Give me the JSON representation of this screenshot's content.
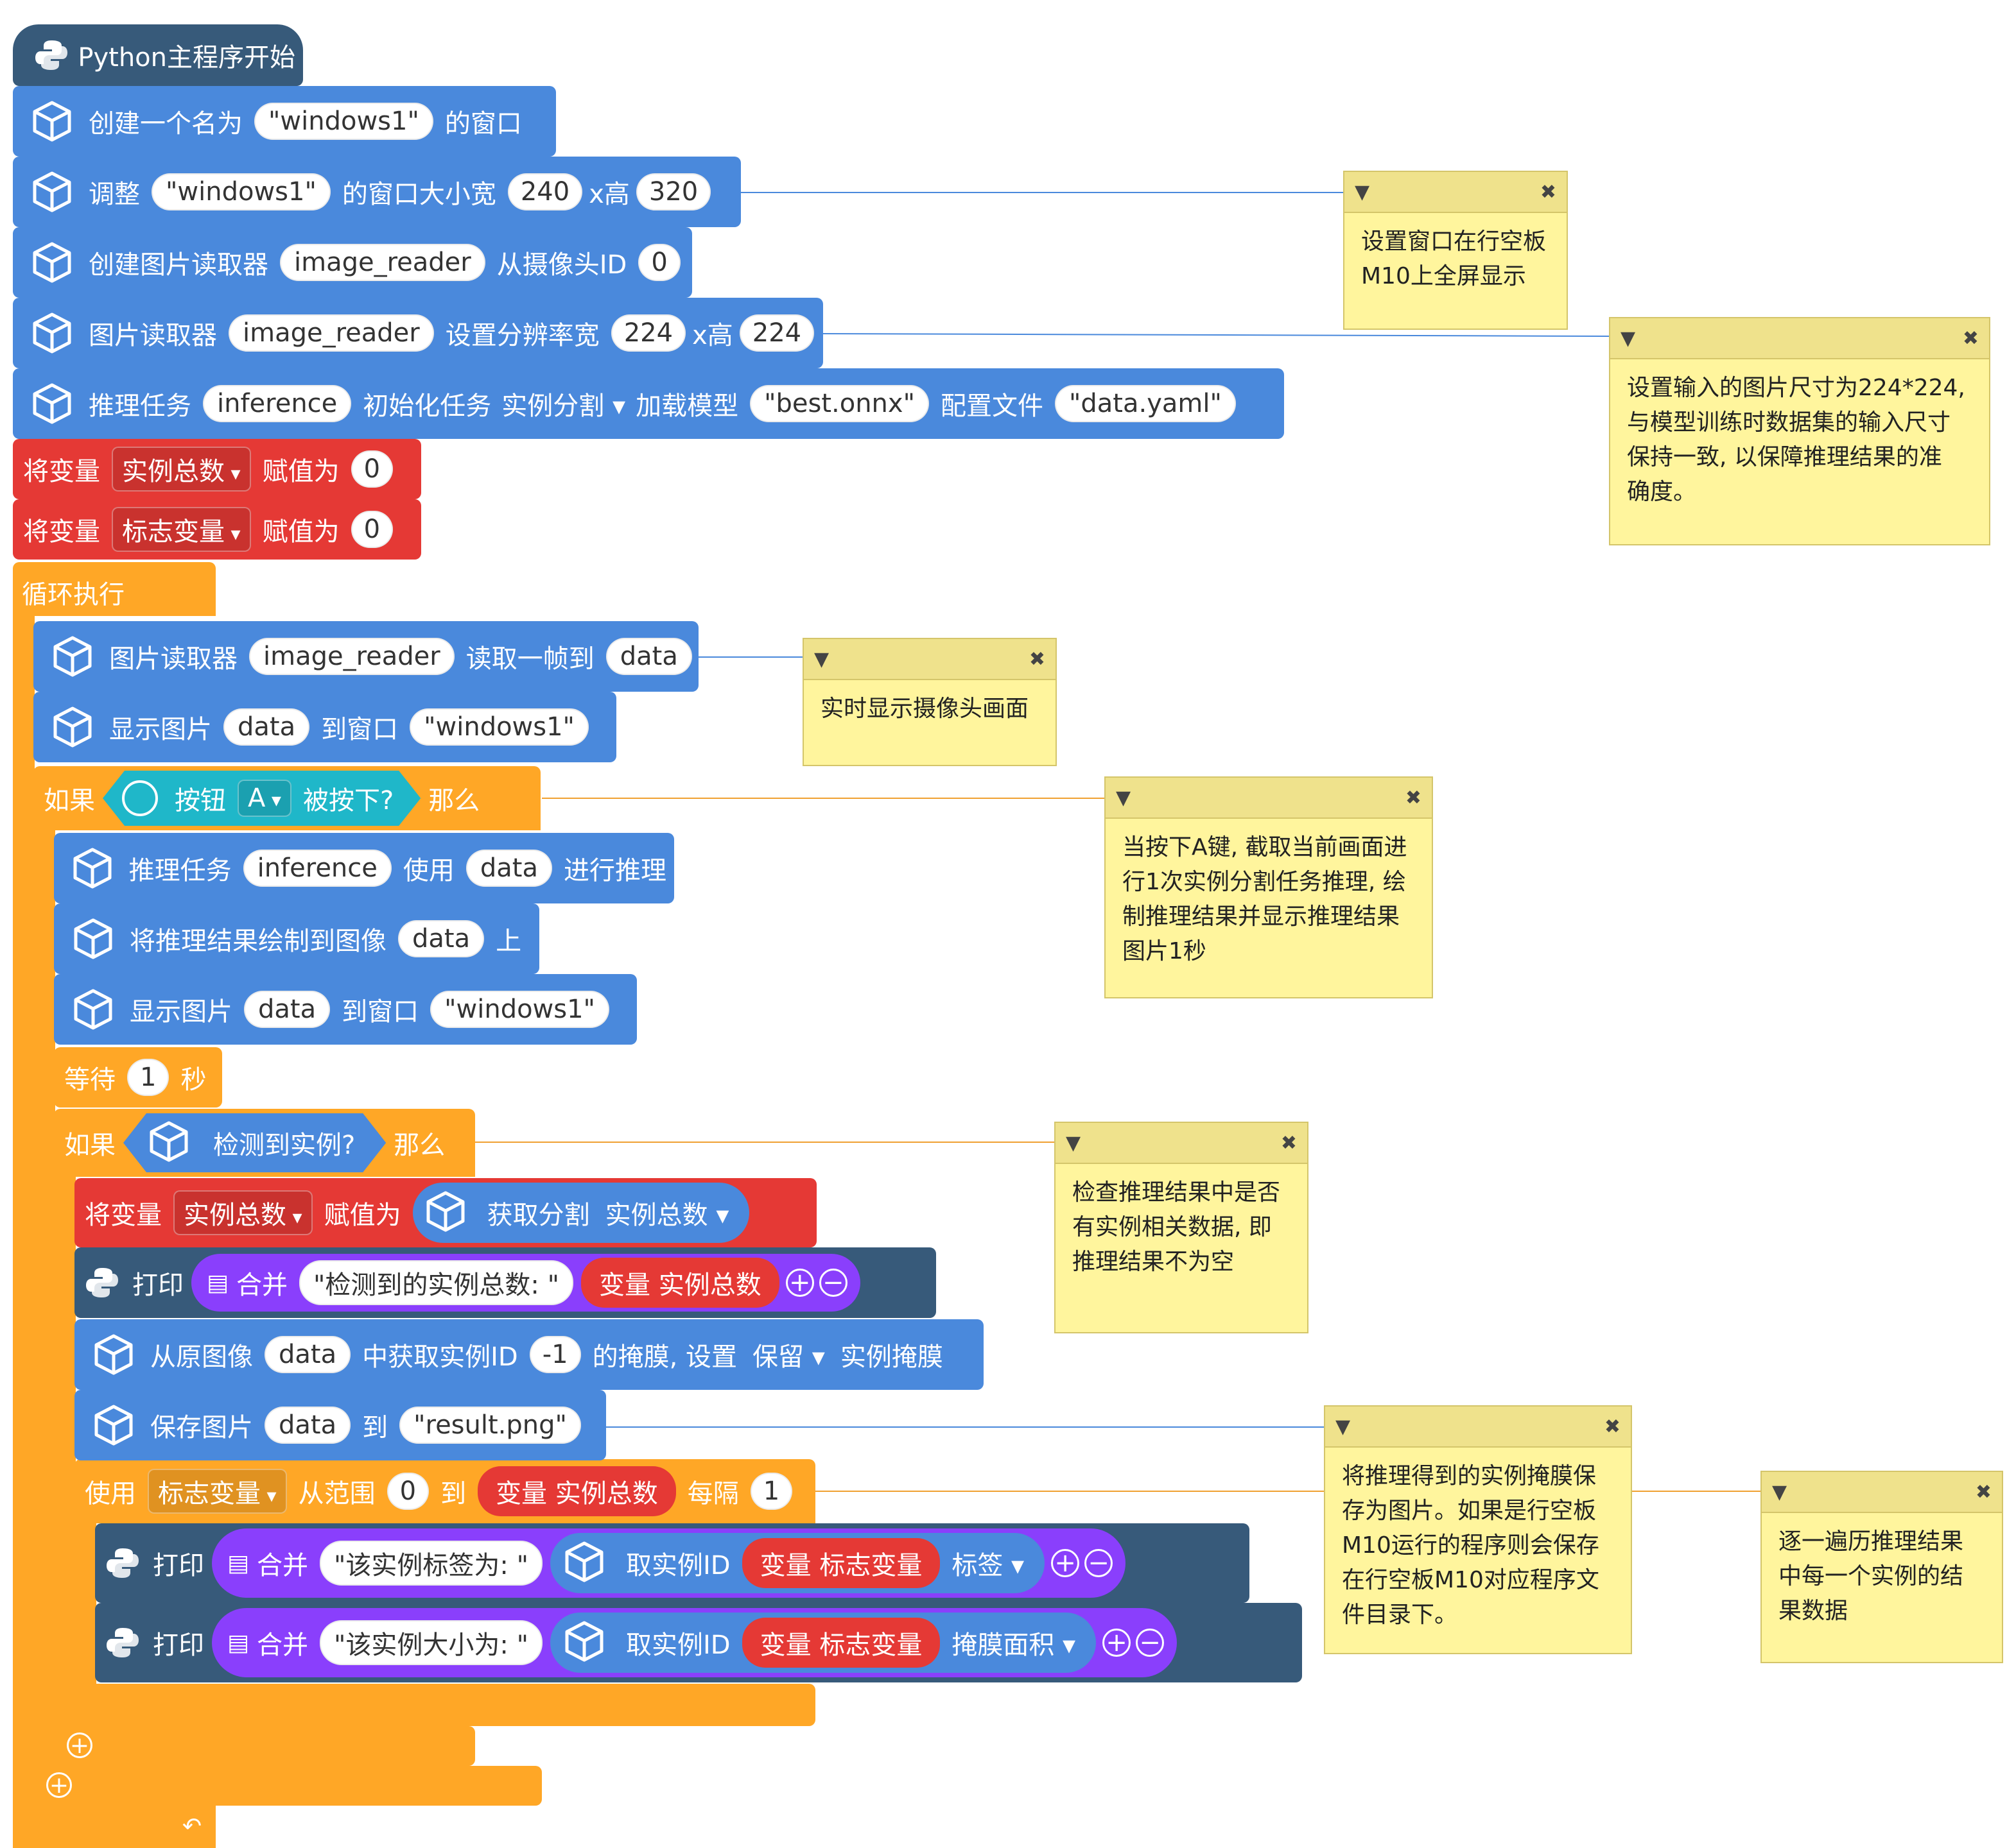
{
  "hat": {
    "label": "Python主程序开始"
  },
  "blocks": {
    "create_window": {
      "t1": "创建一个名为",
      "name": "\"windows1\"",
      "t2": "的窗口"
    },
    "resize_window": {
      "t1": "调整",
      "name": "\"windows1\"",
      "t2": "的窗口大小宽",
      "w": "240",
      "t3": "x高",
      "h": "320"
    },
    "create_reader": {
      "t1": "创建图片读取器",
      "reader": "image_reader",
      "t2": "从摄像头ID",
      "id": "0"
    },
    "set_resolution": {
      "t1": "图片读取器",
      "reader": "image_reader",
      "t2": "设置分辨率宽",
      "w": "224",
      "t3": "x高",
      "h": "224"
    },
    "init_task": {
      "t1": "推理任务",
      "task": "inference",
      "t2": "初始化任务",
      "kind": "实例分割",
      "t3": "加载模型",
      "model": "\"best.onnx\"",
      "t4": "配置文件",
      "cfg": "\"data.yaml\""
    },
    "set_total": {
      "t1": "将变量",
      "var": "实例总数",
      "t2": "赋值为",
      "val": "0"
    },
    "set_flag": {
      "t1": "将变量",
      "var": "标志变量",
      "t2": "赋值为",
      "val": "0"
    },
    "loop": {
      "label": "循环执行"
    },
    "read_frame": {
      "t1": "图片读取器",
      "reader": "image_reader",
      "t2": "读取一帧到",
      "data": "data"
    },
    "show_image": {
      "t1": "显示图片",
      "data": "data",
      "t2": "到窗口",
      "win": "\"windows1\""
    },
    "if_button": {
      "t1": "如果",
      "t2": "按钮",
      "btn": "A",
      "t3": "被按下?",
      "t4": "那么"
    },
    "infer": {
      "t1": "推理任务",
      "task": "inference",
      "t2": "使用",
      "data": "data",
      "t3": "进行推理"
    },
    "draw": {
      "t1": "将推理结果绘制到图像",
      "data": "data",
      "t2": "上"
    },
    "show_image2": {
      "t1": "显示图片",
      "data": "data",
      "t2": "到窗口",
      "win": "\"windows1\""
    },
    "wait": {
      "t1": "等待",
      "sec": "1",
      "t2": "秒"
    },
    "if_detect": {
      "t1": "如果",
      "t2": "检测到实例?",
      "t3": "那么"
    },
    "set_total2": {
      "t1": "将变量",
      "var": "实例总数",
      "t2": "赋值为",
      "t3": "获取分割",
      "sel": "实例总数"
    },
    "print1": {
      "t1": "打印",
      "t2": "合并",
      "str": "\"检测到的实例总数: \"",
      "var": "变量 实例总数"
    },
    "get_mask": {
      "t1": "从原图像",
      "data": "data",
      "t2": "中获取实例ID",
      "id": "-1",
      "t3": "的掩膜, 设置",
      "mode": "保留",
      "t4": "实例掩膜"
    },
    "save_image": {
      "t1": "保存图片",
      "data": "data",
      "t2": "到",
      "file": "\"result.png\""
    },
    "for_range": {
      "t1": "使用",
      "var": "标志变量",
      "t2": "从范围",
      "from": "0",
      "t3": "到",
      "to": "变量 实例总数",
      "t4": "每隔",
      "step": "1"
    },
    "print2": {
      "t1": "打印",
      "t2": "合并",
      "str": "\"该实例标签为: \"",
      "t3": "取实例ID",
      "var": "变量 标志变量",
      "prop": "标签"
    },
    "print3": {
      "t1": "打印",
      "t2": "合并",
      "str": "\"该实例大小为: \"",
      "t3": "取实例ID",
      "var": "变量 标志变量",
      "prop": "掩膜面积"
    }
  },
  "notes": {
    "n1": "设置窗口在行空板\nM10上全屏显示",
    "n2": "设置输入的图片尺寸为224*224,\n与模型训练时数据集的输入尺寸\n保持一致, 以保障推理结果的准\n确度。",
    "n3": "实时显示摄像头画面",
    "n4": "当按下A键, 截取当前画面进\n行1次实例分割任务推理, 绘\n制推理结果并显示推理结果\n图片1秒",
    "n5": "检查推理结果中是否\n有实例相关数据, 即\n推理结果不为空",
    "n6": "将推理得到的实例掩膜保\n存为图片。如果是行空板\nM10运行的程序则会保存\n在行空板M10对应程序文\n件目录下。",
    "n7": "逐一遍历推理结果\n中每一个实例的结\n果数据"
  },
  "colors": {
    "blue": "#4a89dc",
    "red": "#e53935",
    "orange": "#ffa726",
    "dark": "#375a7a",
    "purple": "#8a3ffc",
    "note": "#fff59d"
  }
}
